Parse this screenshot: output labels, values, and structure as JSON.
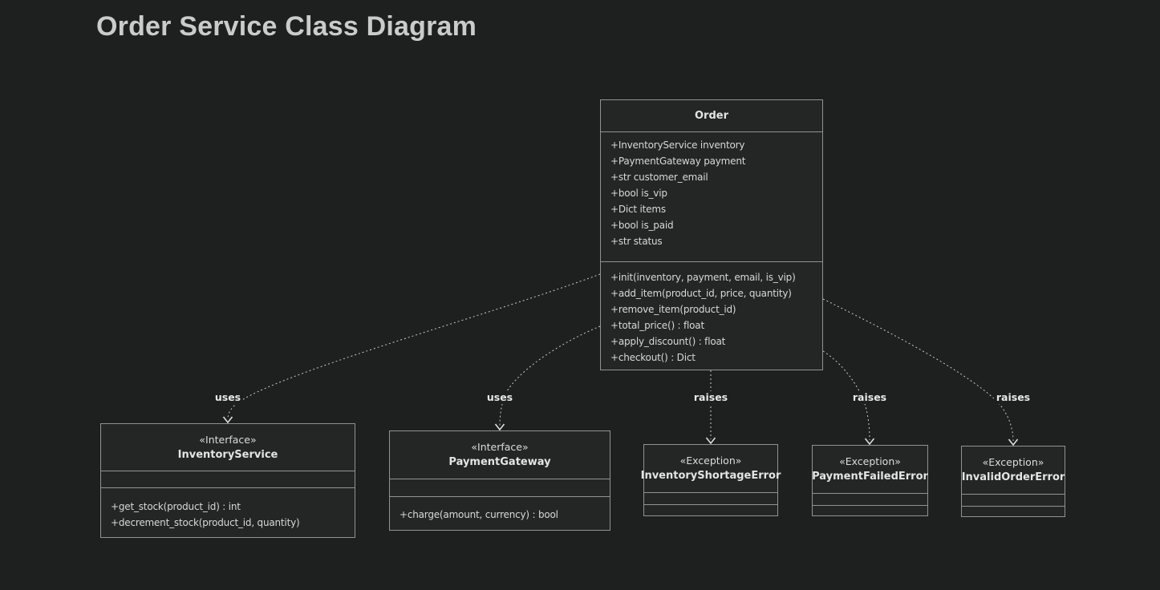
{
  "page": {
    "title": "Order Service Class Diagram",
    "background_color": "#1e1f1f"
  },
  "colors": {
    "box_fill": "#242525",
    "box_border": "#919393",
    "text": "#d8d8d8",
    "edge_line": "#c9c9c9",
    "heading_text": "#cbcbcb"
  },
  "classes": {
    "order": {
      "name": "Order",
      "attributes": [
        "+InventoryService inventory",
        "+PaymentGateway payment",
        "+str customer_email",
        "+bool is_vip",
        "+Dict items",
        "+bool is_paid",
        "+str status"
      ],
      "methods": [
        "+init(inventory, payment, email, is_vip)",
        "+add_item(product_id, price, quantity)",
        "+remove_item(product_id)",
        "+total_price() : float",
        "+apply_discount() : float",
        "+checkout() : Dict"
      ]
    },
    "inventory_service": {
      "stereotype": "«Interface»",
      "name": "InventoryService",
      "attributes": [],
      "methods": [
        "+get_stock(product_id) : int",
        "+decrement_stock(product_id, quantity)"
      ]
    },
    "payment_gateway": {
      "stereotype": "«Interface»",
      "name": "PaymentGateway",
      "attributes": [],
      "methods": [
        "+charge(amount, currency) : bool"
      ]
    },
    "inventory_shortage_error": {
      "stereotype": "«Exception»",
      "name": "InventoryShortageError",
      "attributes": [],
      "methods": []
    },
    "payment_failed_error": {
      "stereotype": "«Exception»",
      "name": "PaymentFailedError",
      "attributes": [],
      "methods": []
    },
    "invalid_order_error": {
      "stereotype": "«Exception»",
      "name": "InvalidOrderError",
      "attributes": [],
      "methods": []
    }
  },
  "edges": [
    {
      "from": "Order",
      "to": "InventoryService",
      "label": "uses"
    },
    {
      "from": "Order",
      "to": "PaymentGateway",
      "label": "uses"
    },
    {
      "from": "Order",
      "to": "InventoryShortageError",
      "label": "raises"
    },
    {
      "from": "Order",
      "to": "PaymentFailedError",
      "label": "raises"
    },
    {
      "from": "Order",
      "to": "InvalidOrderError",
      "label": "raises"
    }
  ]
}
